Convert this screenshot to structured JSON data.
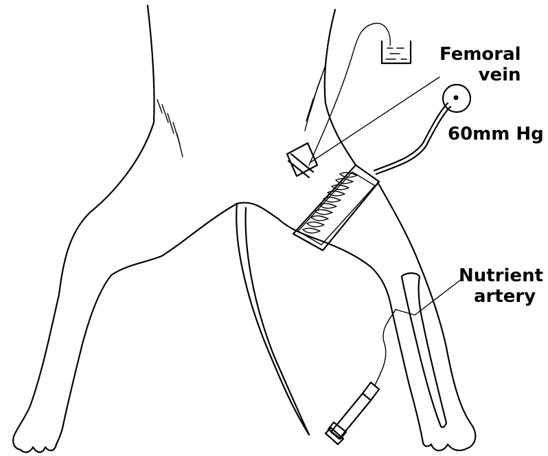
{
  "labels": {
    "femoral": [
      "Femoral",
      "vein"
    ],
    "pressure": "60mm Hg",
    "nutrient": [
      "Nutrient",
      "artery"
    ]
  },
  "colors": {
    "ink": "#000000",
    "background": "#ffffff"
  }
}
